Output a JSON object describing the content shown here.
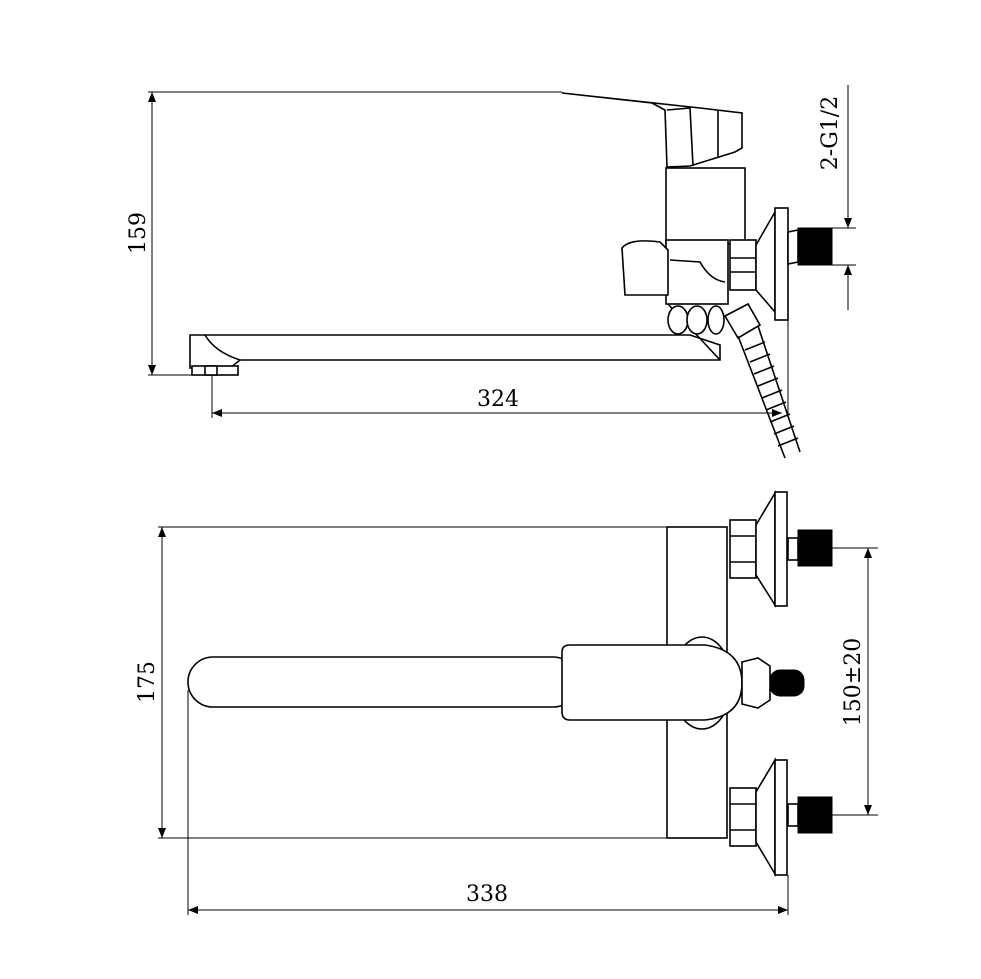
{
  "side_view": {
    "height_dim": "159",
    "length_dim": "324",
    "thread_label": "2-G1/2"
  },
  "plan_view": {
    "width_dim": "175",
    "length_dim": "338",
    "spacing_dim": "150±20"
  }
}
